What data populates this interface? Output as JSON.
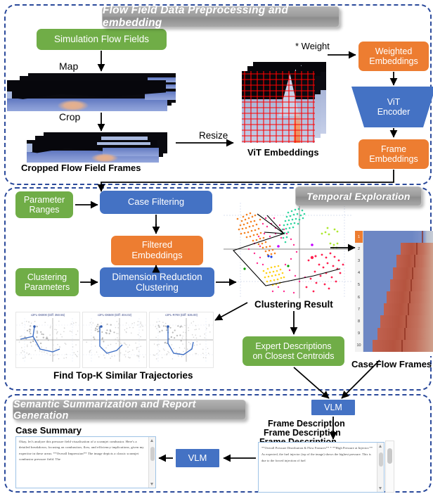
{
  "sections": {
    "preprocessing": {
      "title": "Flow Field Data Preprocessing and embedding"
    },
    "temporal": {
      "title": "Temporal Exploration"
    },
    "semantic": {
      "title": "Semantic Summarization and Report Generation"
    }
  },
  "preprocessing": {
    "simulation_box": {
      "line1": "Simulation Flow Fields"
    },
    "map_label": "Map",
    "crop_label": "Crop",
    "resize_label": "Resize",
    "weight_label": "* Weight",
    "vit_embeddings_label": "ViT Embeddings",
    "cropped_frames_label": "Cropped Flow Field Frames",
    "weighted_embeddings": {
      "line1": "Weighted",
      "line2": "Embeddings"
    },
    "vit_encoder": {
      "line1": "ViT",
      "line2": "Encoder"
    },
    "frame_embeddings": {
      "line1": "Frame",
      "line2": "Embeddings"
    }
  },
  "temporal": {
    "parameter_ranges": {
      "line1": "Parameter",
      "line2": "Ranges"
    },
    "case_filtering": {
      "line1": "Case Filtering"
    },
    "filtered_embeddings": {
      "line1": "Filtered",
      "line2": "Embeddings"
    },
    "clustering_parameters": {
      "line1": "Clustering",
      "line2": "Parameters"
    },
    "dimension_reduction": {
      "line1": "Dimension Reduction",
      "line2": "Clustering"
    },
    "clustering_result_label": "Clustering Result",
    "expert_descriptions": {
      "line1": "Expert Descriptions",
      "line2": "on Closest Centroids"
    },
    "case_flow_frames_label": "Case Flow Frames",
    "topk_label": "Find Top-K Similar Trajectories",
    "topk_thumbnails": [
      {
        "title": "c2FL-D6000 (Diff: 350.55)"
      },
      {
        "title": "c2FL-D6500 (Diff: 404.02)"
      },
      {
        "title": "c2FL-R700 (Diff: 535.00)"
      }
    ],
    "case_flow_rows": [
      {
        "index": "1",
        "bar_pct": 62
      },
      {
        "index": "2",
        "bar_pct": 48
      },
      {
        "index": "3",
        "bar_pct": 42
      },
      {
        "index": "4",
        "bar_pct": 38
      },
      {
        "index": "5",
        "bar_pct": 34
      },
      {
        "index": "6",
        "bar_pct": 30
      },
      {
        "index": "7",
        "bar_pct": 26
      },
      {
        "index": "8",
        "bar_pct": 22
      },
      {
        "index": "9",
        "bar_pct": 18
      },
      {
        "index": "10",
        "bar_pct": 12
      }
    ]
  },
  "semantic": {
    "case_summary_title": "Case Summary",
    "case_summary_text": "Okay, let's analyze this pressure field visualisation of a scramjet combustor. Here's a detailed breakdown, focusing on combustion, flow, and efficiency implications, given my expertise in these areas:\\n\\n**Overall Impression**\\n\\nThe image depicts a classic scramjet combustor pressure field. The",
    "vlm_bottom_label": "VLM",
    "vlm_top_label": "VLM",
    "frame_description_labels": [
      "Frame Description",
      "Frame Description",
      "Frame Description"
    ],
    "frame_description_text": "**Overall Pressure Distribution & Flow Features**\\n\\n*   **High Pressure at Injector:** As expected, the fuel injector (top of the image) shows the highest pressure. This is due to the forced injection of fuel"
  },
  "colors": {
    "green": "#70AD47",
    "orange": "#ED7D31",
    "blue": "#4472C4",
    "banner_gray": "#9d9d9d",
    "dashed_border": "#2b4a9b"
  }
}
